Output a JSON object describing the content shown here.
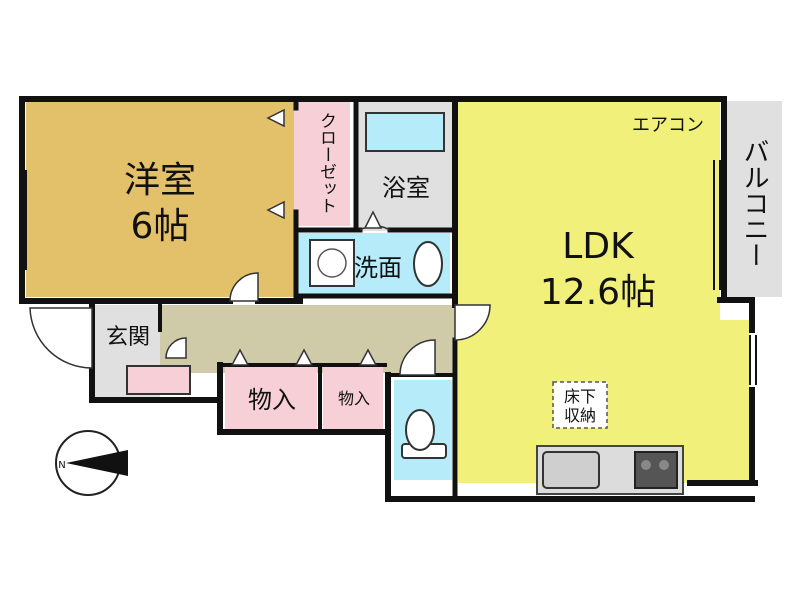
{
  "rooms": {
    "western_room": {
      "name": "洋室",
      "size": "6帖"
    },
    "closet": {
      "name": "クローゼット"
    },
    "bathroom": {
      "name": "浴室"
    },
    "washroom": {
      "name": "洗面"
    },
    "ldk": {
      "name": "LDK",
      "size": "12.6帖"
    },
    "balcony": {
      "name": "バルコニー"
    },
    "entrance": {
      "name": "玄関"
    },
    "storage_1": {
      "name": "物入"
    },
    "storage_2": {
      "name": "物入"
    },
    "underfloor": {
      "line1": "床下",
      "line2": "収納"
    }
  },
  "labels": {
    "aircon": "エアコン",
    "compass_letter": "N"
  },
  "colors": {
    "wall": "#111111",
    "western_room": "#e3c06a",
    "ldk": "#f0f07a",
    "corridor": "#cfcaa8",
    "closet": "#f6d0d6",
    "wet_area": "#b6ecfa",
    "gray_room": "#e0e0e0",
    "storage": "#f6d0d6"
  }
}
